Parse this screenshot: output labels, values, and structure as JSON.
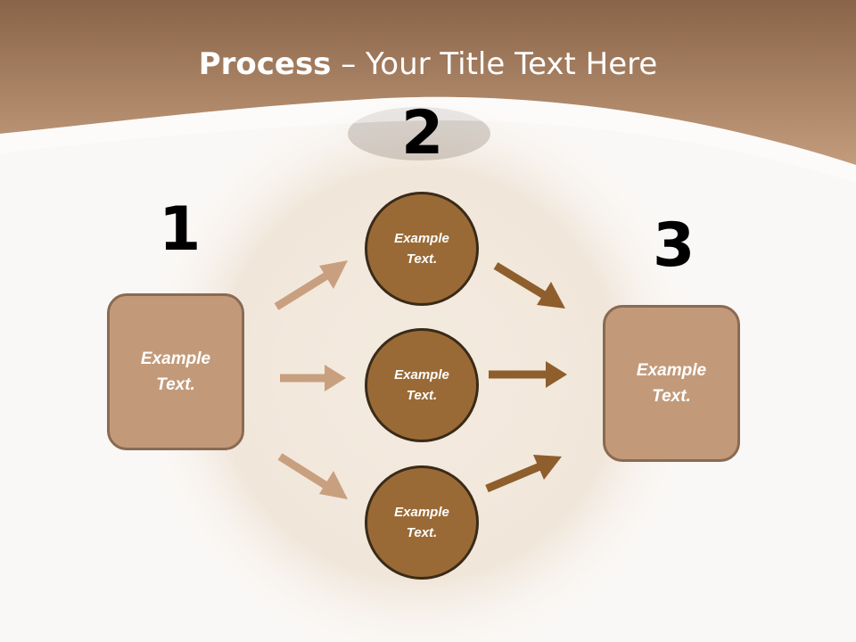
{
  "title": {
    "bold": "Process",
    "rest": " – Your Title Text Here"
  },
  "steps": [
    {
      "number": "1",
      "text": "Example\nText."
    },
    {
      "number": "2",
      "circles": [
        "Example\nText.",
        "Example\nText.",
        "Example\nText."
      ]
    },
    {
      "number": "3",
      "text": "Example\nText."
    }
  ],
  "colors": {
    "header_brown": "#b58a66",
    "box_fill": "#c29a7a",
    "circle_fill": "#9a6a36",
    "arrow_light": "#c8a080",
    "arrow_dark": "#8e5e2c"
  }
}
